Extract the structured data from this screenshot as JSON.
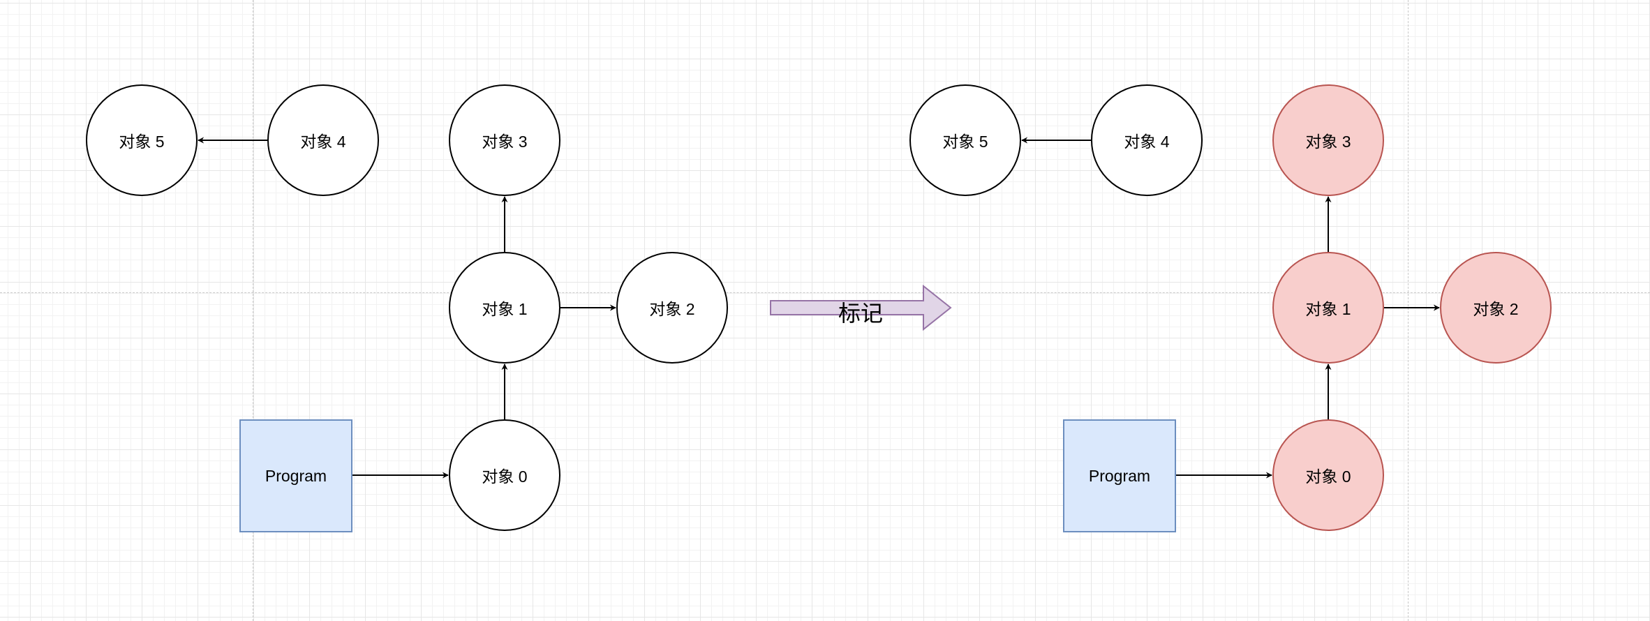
{
  "colors": {
    "default_fill": "#ffffff",
    "default_stroke": "#000000",
    "marked_fill": "#f8cecc",
    "marked_stroke": "#b85450",
    "program_fill": "#dae8fc",
    "program_stroke": "#6c8ebf",
    "arrow_fill": "#e1d5e7",
    "arrow_stroke": "#9673a6"
  },
  "before": {
    "program": "Program",
    "obj0": "对象 0",
    "obj1": "对象 1",
    "obj2": "对象 2",
    "obj3": "对象 3",
    "obj4": "对象 4",
    "obj5": "对象 5"
  },
  "after": {
    "program": "Program",
    "obj0": "对象 0",
    "obj1": "对象 1",
    "obj2": "对象 2",
    "obj3": "对象 3",
    "obj4": "对象 4",
    "obj5": "对象 5",
    "marked": [
      "obj0",
      "obj1",
      "obj2",
      "obj3"
    ]
  },
  "transition": {
    "label": "标记"
  }
}
